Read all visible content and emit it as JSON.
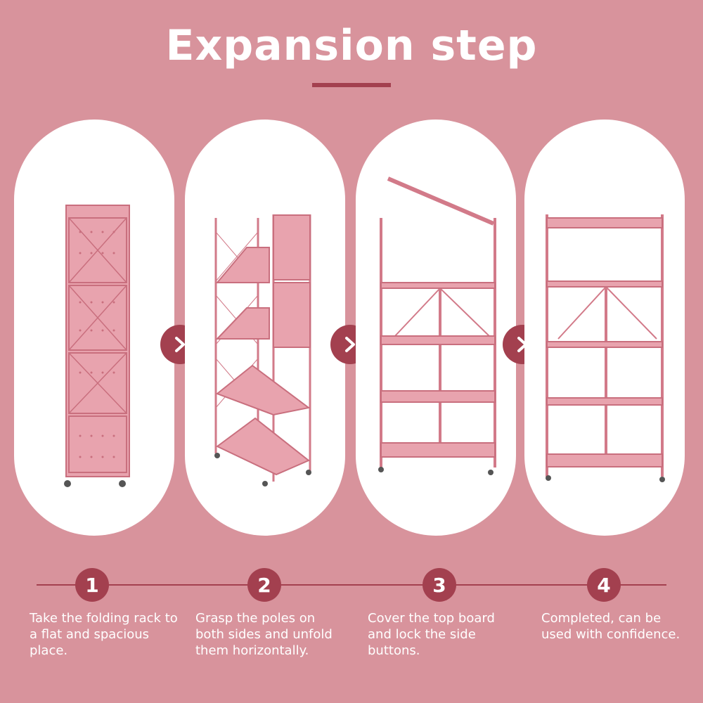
{
  "title": "Expansion step",
  "colors": {
    "background": "#d8939c",
    "accent": "#a3404f",
    "panel": "#ffffff",
    "rack": "#e59aa6"
  },
  "arrow_icon": "chevron-right-icon",
  "steps": [
    {
      "number": "1",
      "text": "Take the folding rack to a flat and spacious place."
    },
    {
      "number": "2",
      "text": "Grasp the poles on both sides and unfold them horizontally."
    },
    {
      "number": "3",
      "text": "Cover the top board and lock the side buttons."
    },
    {
      "number": "4",
      "text": "Completed, can be used with confidence."
    }
  ]
}
